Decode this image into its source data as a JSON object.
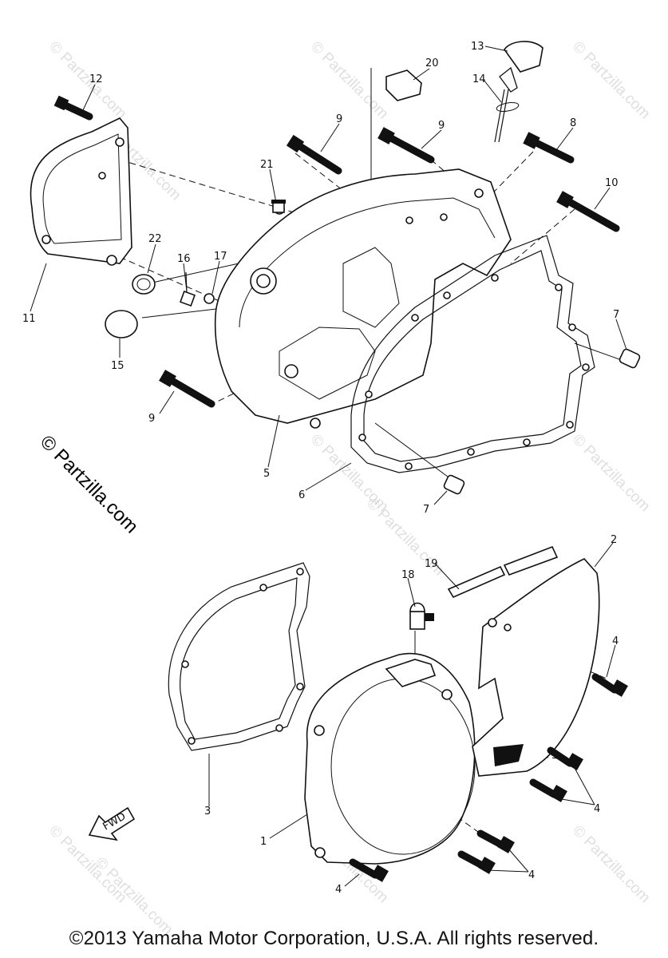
{
  "watermarks": {
    "faint": [
      "© Partzilla.com",
      "© Partzilla.com",
      "© Partzilla.com",
      "© Partzilla.com",
      "© Partzilla.com",
      "© Partzilla.com",
      "© Partzilla.com",
      "© Partzilla.com",
      "© Partzilla.com",
      "© Partzilla.com",
      "© Partzilla.com"
    ],
    "strong": "© Partzilla.com"
  },
  "callouts": {
    "c1": "1",
    "c2": "2",
    "c3": "3",
    "c4a": "4",
    "c4b": "4",
    "c4c": "4",
    "c4d": "4",
    "c5": "5",
    "c6": "6",
    "c7a": "7",
    "c7b": "7",
    "c8": "8",
    "c9a": "9",
    "c9b": "9",
    "c9c": "9",
    "c10": "10",
    "c11": "11",
    "c12": "12",
    "c13": "13",
    "c14": "14",
    "c15": "15",
    "c16": "16",
    "c17": "17",
    "c18": "18",
    "c19": "19",
    "c20": "20",
    "c21": "21",
    "c22": "22"
  },
  "fwd_arrow": "FWD",
  "copyright": "©2013 Yamaha Motor Corporation, U.S.A. All rights reserved."
}
